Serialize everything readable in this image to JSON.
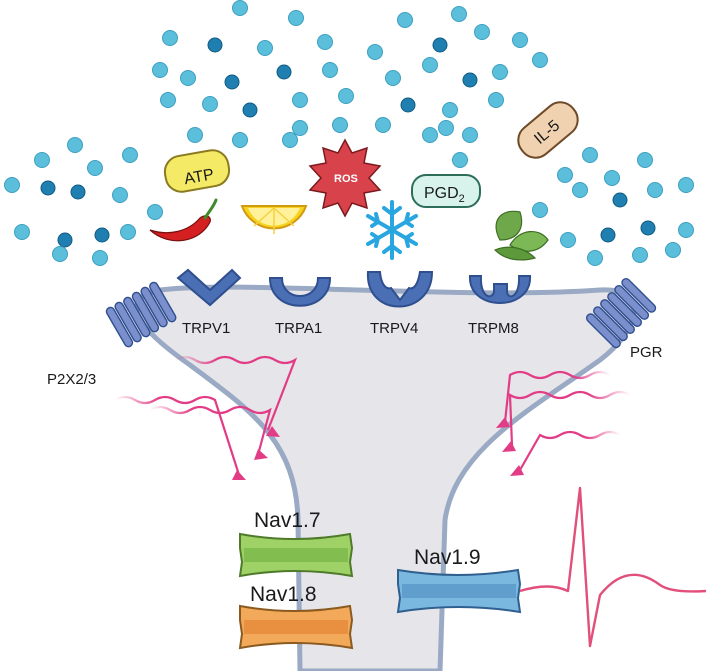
{
  "stimuli": {
    "atp": "ATP",
    "ros": "ROS",
    "pgd2_base": "PGD",
    "pgd2_sub": "2",
    "il5": "IL-5"
  },
  "receptors": {
    "trpv1": "TRPV1",
    "trpa1": "TRPA1",
    "trpv4": "TRPV4",
    "trpm8": "TRPM8",
    "p2x": "P2X2/3",
    "pgr": "PGR"
  },
  "channels": {
    "nav17": "Nav1.7",
    "nav18": "Nav1.8",
    "nav19": "Nav1.9"
  },
  "colors": {
    "neuron_fill": "#e6e6ea",
    "neuron_stroke": "#9aaac4",
    "particle_light": "#5bbfdc",
    "particle_dark": "#1f7fb0",
    "receptor_blue": "#4a6fb5",
    "arrow_pink": "#e23c86",
    "signal_pink": "#e0507a",
    "nav17_green": "#9ed267",
    "nav18_orange": "#f2a95a",
    "nav19_blue": "#7ab8e0"
  },
  "icons": [
    "chili-pepper-icon",
    "lemon-icon",
    "snowflake-icon",
    "mint-leaf-icon"
  ]
}
